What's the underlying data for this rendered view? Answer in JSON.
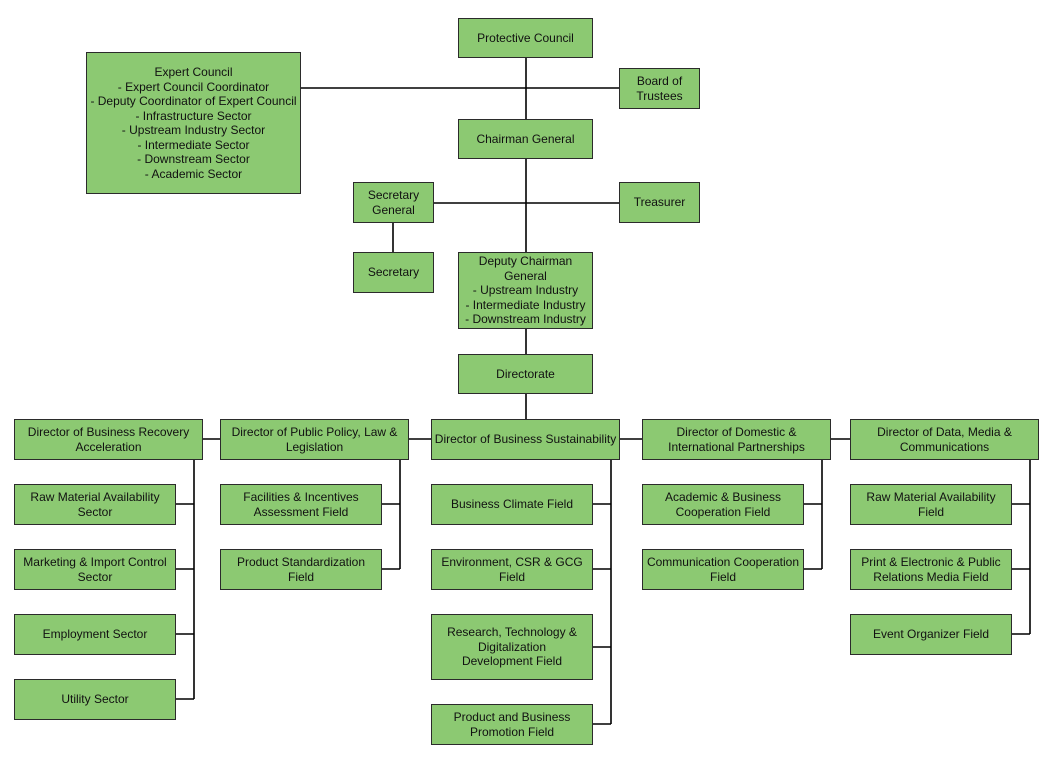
{
  "colors": {
    "box_fill": "#8cc972",
    "border": "#2b2b2b",
    "line": "#000000",
    "background": "#ffffff"
  },
  "nodes": {
    "protective_council": "Protective Council",
    "expert_council": "Expert Council\n- Expert Council Coordinator\n- Deputy Coordinator of Expert Council\n- Infrastructure Sector\n- Upstream Industry Sector\n- Intermediate Sector\n- Downstream Sector\n- Academic Sector",
    "board_of_trustees": "Board of\nTrustees",
    "chairman_general": "Chairman General",
    "secretary_general": "Secretary\nGeneral",
    "treasurer": "Treasurer",
    "secretary": "Secretary",
    "deputy_chairman": "Deputy Chairman\nGeneral\n- Upstream Industry\n- Intermediate Industry\n- Downstream Industry",
    "directorate": "Directorate"
  },
  "directors": [
    {
      "title": "Director of Business Recovery\nAcceleration",
      "fields": [
        "Raw Material Availability\nSector",
        "Marketing & Import Control\nSector",
        "Employment Sector",
        "Utility Sector"
      ]
    },
    {
      "title": "Director of Public Policy, Law &\nLegislation",
      "fields": [
        "Facilities & Incentives\nAssessment Field",
        "Product Standardization Field"
      ]
    },
    {
      "title": "Director of Business Sustainability",
      "fields": [
        "Business Climate Field",
        "Environment, CSR & GCG\nField",
        "Research, Technology &\nDigitalization\nDevelopment Field",
        "Product and Business\nPromotion Field"
      ]
    },
    {
      "title": "Director of Domestic &\nInternational Partnerships",
      "fields": [
        "Academic & Business\nCooperation Field",
        "Communication Cooperation\nField"
      ]
    },
    {
      "title": "Director of Data, Media &\nCommunications",
      "fields": [
        "Raw Material Availability Field",
        "Print & Electronic & Public\nRelations Media Field",
        "Event Organizer Field"
      ]
    }
  ]
}
